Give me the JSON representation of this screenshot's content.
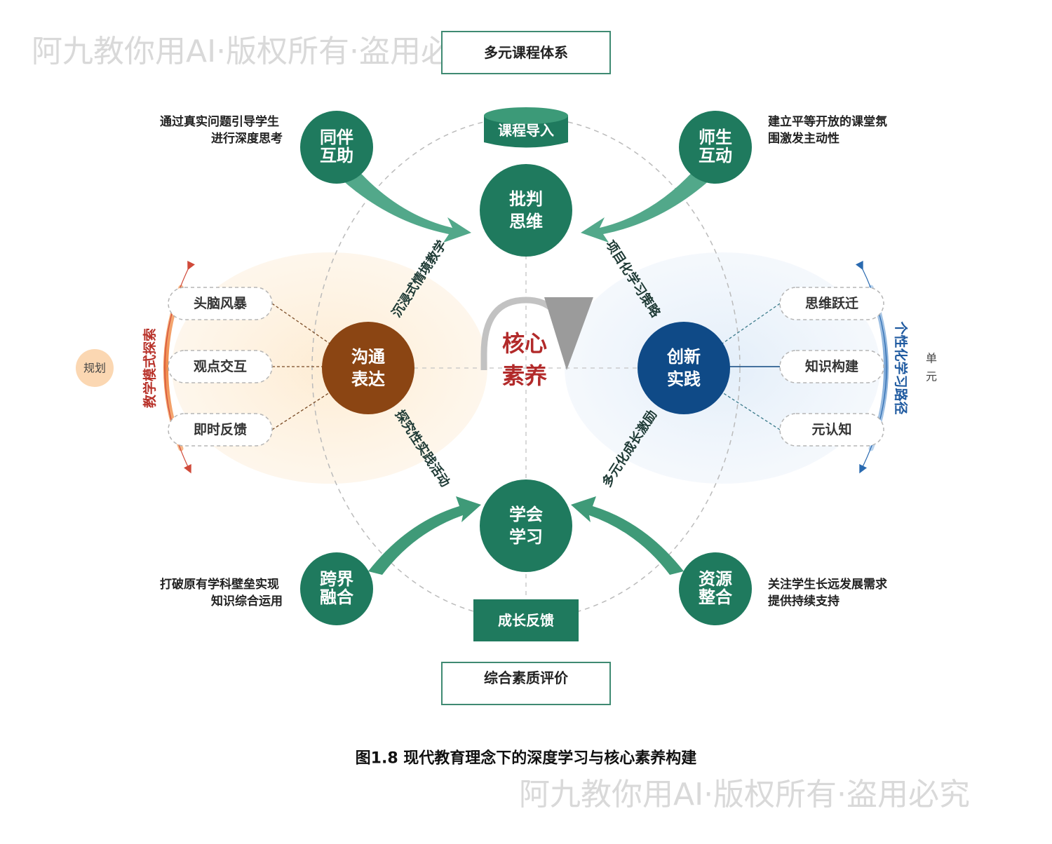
{
  "watermark": {
    "text": "阿九教你用AI·版权所有·盗用必究"
  },
  "boxes": {
    "top": "多元课程体系",
    "bottom": "综合素质评价"
  },
  "caption": "图1.8 现代教育理念下的深度学习与核心素养构建",
  "core": {
    "line1": "核心",
    "line2": "素养"
  },
  "center_nodes": {
    "top": {
      "line1": "批判",
      "line2": "思维"
    },
    "bottom": {
      "line1": "学会",
      "line2": "学习"
    },
    "left": {
      "line1": "沟通",
      "line2": "表达"
    },
    "right": {
      "line1": "创新",
      "line2": "实践"
    }
  },
  "corner_nodes": {
    "tl": {
      "line1": "同伴",
      "line2": "互助"
    },
    "tr": {
      "line1": "师生",
      "line2": "互动"
    },
    "bl": {
      "line1": "跨界",
      "line2": "融合"
    },
    "br": {
      "line1": "资源",
      "line2": "整合"
    }
  },
  "corner_descriptions": {
    "tl": [
      "通过真实问题引导学生",
      "进行深度思考"
    ],
    "tr": [
      "建立平等开放的课堂氛",
      "围激发主动性"
    ],
    "bl": [
      "打破原有学科壁垒实现",
      "知识综合运用"
    ],
    "br": [
      "关注学生长远发展需求",
      "提供持续支持"
    ]
  },
  "tags": {
    "top": "课程导入",
    "bottom": "成长反馈"
  },
  "diagonal_labels": {
    "tl": "沉浸式情境教学",
    "tr": "项目化学习策略",
    "bl": "探究性实践活动",
    "br": "多元化成长激励"
  },
  "left_pills": [
    "头脑风暴",
    "观点交互",
    "即时反馈"
  ],
  "right_pills": [
    "思维跃迁",
    "知识构建",
    "元认知"
  ],
  "left_arc_label": "教学模式探索",
  "right_arc_label": "个性化学习路径",
  "left_circle_label": "规划",
  "right_side_label": [
    "单",
    "元"
  ],
  "colors": {
    "green_dark": "#1f7a5e",
    "green_arrow": "#52a88a",
    "brown": "#8b4513",
    "navy": "#0f4a87",
    "core_red": "#b22a2a",
    "left_arc": "#c0392b",
    "right_arc": "#1f5aa0"
  }
}
